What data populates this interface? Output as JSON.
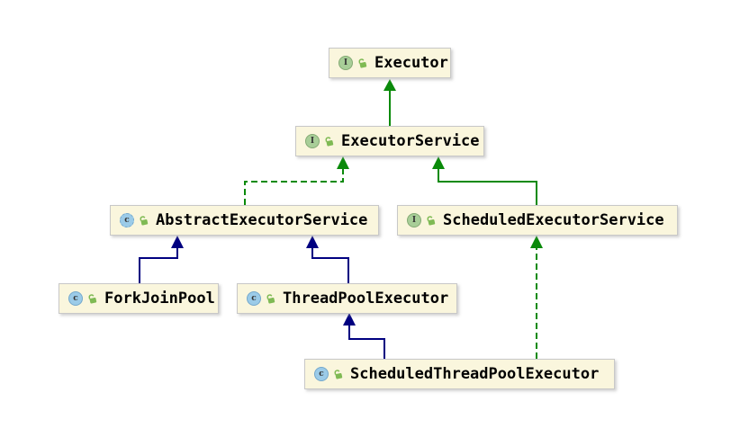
{
  "diagram": {
    "nodes": [
      {
        "id": "executor",
        "label": "Executor",
        "kind": "interface",
        "icon": "interface-icon",
        "icon_letter": "I",
        "modifier_icon": "unlocked-padlock-icon"
      },
      {
        "id": "executor-service",
        "label": "ExecutorService",
        "kind": "interface",
        "icon": "interface-icon",
        "icon_letter": "I",
        "modifier_icon": "unlocked-padlock-icon"
      },
      {
        "id": "abstract-executor-service",
        "label": "AbstractExecutorService",
        "kind": "abstract-class",
        "icon": "abstract-class-icon",
        "icon_letter": "c",
        "modifier_icon": "unlocked-padlock-icon"
      },
      {
        "id": "scheduled-executor-service",
        "label": "ScheduledExecutorService",
        "kind": "interface",
        "icon": "interface-icon",
        "icon_letter": "I",
        "modifier_icon": "unlocked-padlock-icon"
      },
      {
        "id": "fork-join-pool",
        "label": "ForkJoinPool",
        "kind": "class",
        "icon": "class-icon",
        "icon_letter": "c",
        "modifier_icon": "unlocked-padlock-icon"
      },
      {
        "id": "thread-pool-executor",
        "label": "ThreadPoolExecutor",
        "kind": "class",
        "icon": "class-icon",
        "icon_letter": "c",
        "modifier_icon": "unlocked-padlock-icon"
      },
      {
        "id": "scheduled-thread-pool-executor",
        "label": "ScheduledThreadPoolExecutor",
        "kind": "class",
        "icon": "class-icon",
        "icon_letter": "c",
        "modifier_icon": "unlocked-padlock-icon"
      }
    ],
    "edges": [
      {
        "from": "ExecutorService",
        "to": "Executor",
        "relation": "extends",
        "style": "solid-green"
      },
      {
        "from": "AbstractExecutorService",
        "to": "ExecutorService",
        "relation": "implements",
        "style": "dashed-green"
      },
      {
        "from": "ScheduledExecutorService",
        "to": "ExecutorService",
        "relation": "extends",
        "style": "solid-green"
      },
      {
        "from": "ForkJoinPool",
        "to": "AbstractExecutorService",
        "relation": "extends",
        "style": "solid-navy"
      },
      {
        "from": "ThreadPoolExecutor",
        "to": "AbstractExecutorService",
        "relation": "extends",
        "style": "solid-navy"
      },
      {
        "from": "ScheduledThreadPoolExecutor",
        "to": "ThreadPoolExecutor",
        "relation": "extends",
        "style": "solid-navy"
      },
      {
        "from": "ScheduledThreadPoolExecutor",
        "to": "ScheduledExecutorService",
        "relation": "implements",
        "style": "dashed-green"
      }
    ],
    "colors": {
      "canvas_bg": "#ffffff",
      "node_bg": "#faf6dd",
      "node_border": "#c8c8c8",
      "label_text": "#000000",
      "extends_arrow": "#0a8a0a",
      "class_extends_arrow": "#000080",
      "interface_icon_bg": "#a8ce98",
      "interface_icon_border": "#84aa74",
      "class_icon_bg": "#9bcbe8",
      "class_icon_border": "#74a8cc",
      "icon_letter": "#333333",
      "lock_icon": "#7fba54"
    }
  }
}
